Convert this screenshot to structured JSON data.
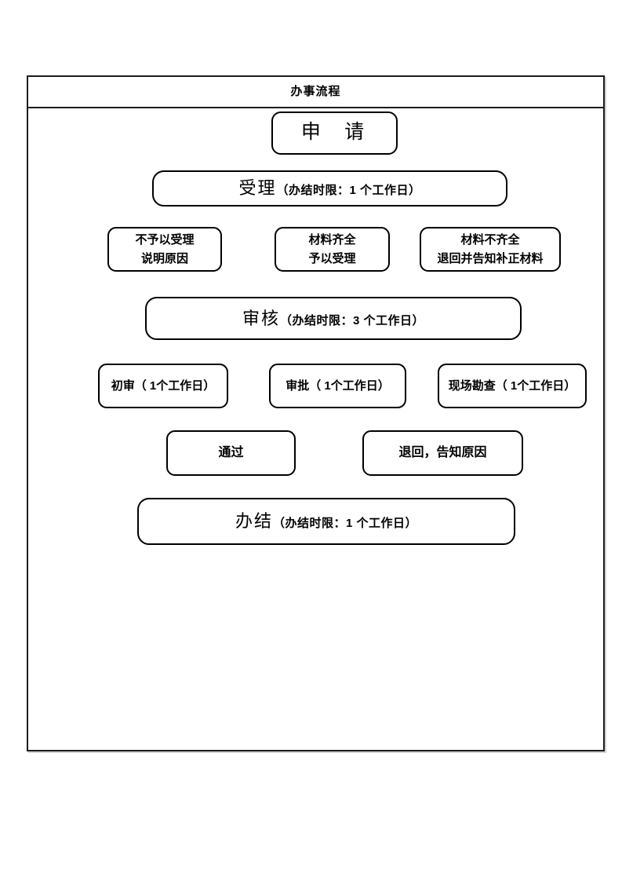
{
  "document": {
    "title": "办事流程"
  },
  "flow": {
    "apply": {
      "label": "申 请"
    },
    "accept": {
      "label": "受理",
      "note": "（办结时限：1 个工作日）"
    },
    "not_accepted": {
      "line1": "不予以受理",
      "line2": "说明原因"
    },
    "materials_complete": {
      "line1": "材料齐全",
      "line2": "予以受理"
    },
    "materials_incomplete": {
      "line1": "材料不齐全",
      "line2": "退回并告知补正材料"
    },
    "review": {
      "label": "审核",
      "note": "（办结时限：3 个工作日）"
    },
    "initial_review": {
      "label": "初审（ 1个工作日）"
    },
    "approval": {
      "label": "审批（ 1个工作日）"
    },
    "site_survey": {
      "label": "现场勘查（ 1个工作日）"
    },
    "pass": {
      "label": "通过"
    },
    "return_notify": {
      "label": "退回，告知原因"
    },
    "finish": {
      "label": "办结",
      "note": "（办结时限：1 个工作日）"
    }
  },
  "colors": {
    "ink": "#000000",
    "paper": "#ffffff",
    "table_border": "#1c1c1c"
  }
}
